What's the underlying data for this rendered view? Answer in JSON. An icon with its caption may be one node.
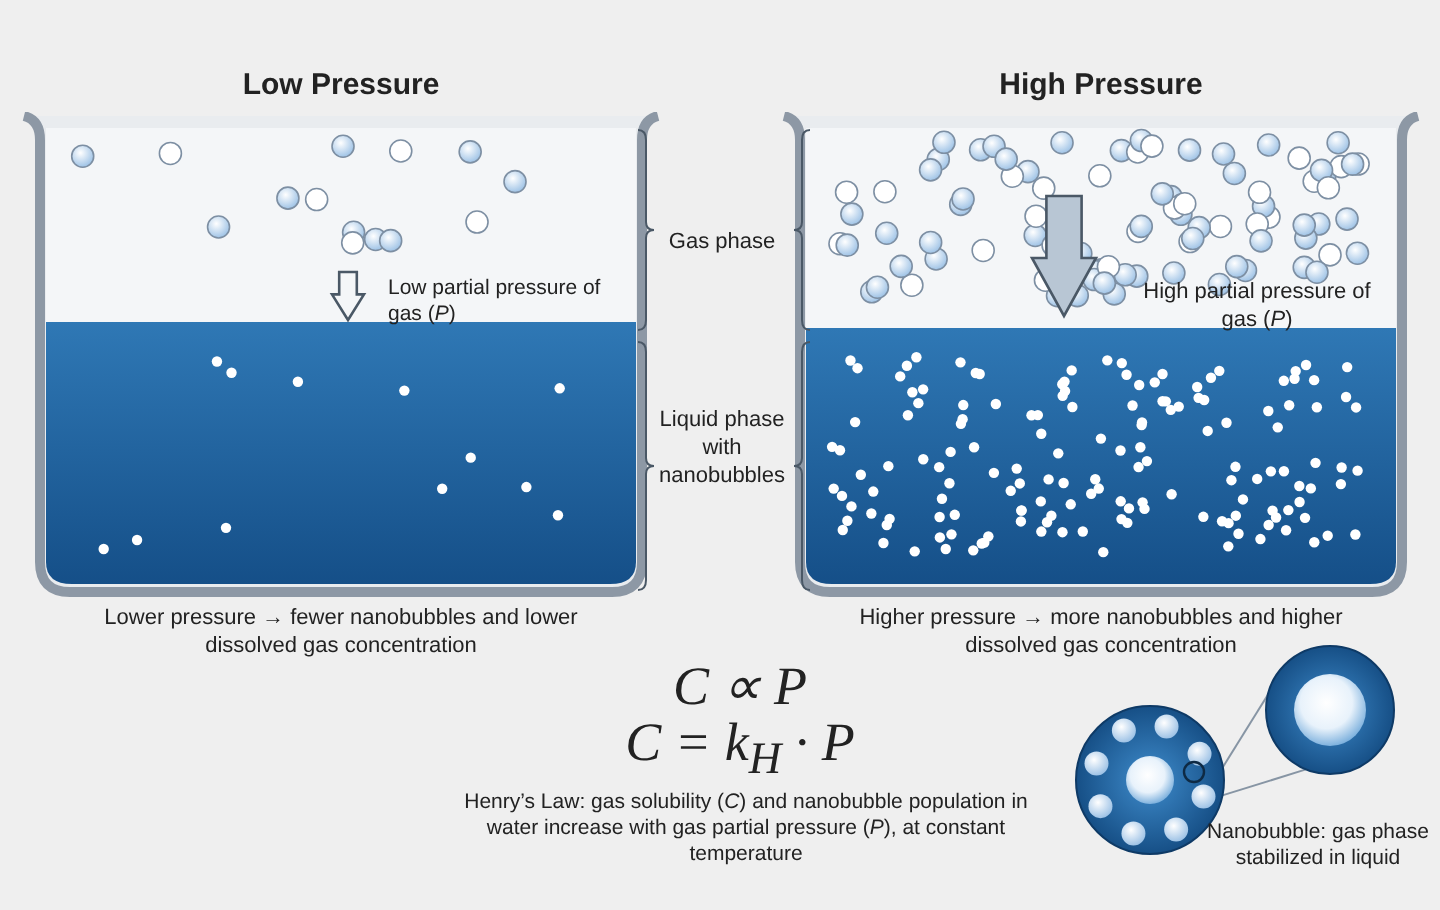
{
  "diagram": {
    "nodes": [
      {
        "text": [
          "Low Pressure",
          "Low partial pressure of gas (*P*)"
        ]
      },
      {
        "text": [
          "High Pressure",
          "High partial pressure of gas (*P*)"
        ]
      },
      {
        "text": [],
        "shape": "circle"
      },
      {
        "text": [],
        "shape": "circle"
      }
    ],
    "edges": [
      {
        "from": 2,
        "to": 3,
        "arrow": "none"
      },
      {
        "from": 2,
        "to": 3,
        "arrow": "none"
      }
    ],
    "labels": [
      "Gas phase",
      "Liquid phase with nanobubbles",
      "Lower pressure → fewer nanobubbles and lower dissolved gas concentration",
      "Higher pressure → more nanobubbles and higher dissolved gas concentration",
      "C ∝ P",
      "C = k$_{H}$ · P",
      "Henry’s Law: gas solubility (*C*) and nanobubble population in water increase with gas partial pressure (*P*), at constant temperature",
      "Nanobubble: gas phase stabilized in liquid"
    ]
  }
}
